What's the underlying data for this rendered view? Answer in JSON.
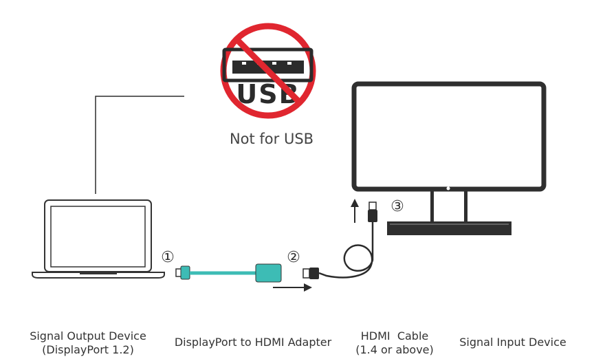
{
  "warning": {
    "usb_text": "USB",
    "label": "Not for USB",
    "prohibition_color": "#e0262f"
  },
  "steps": [
    "①",
    "②",
    "③"
  ],
  "captions": {
    "signal_output": {
      "line1": "Signal Output Device",
      "line2": "(DisplayPort 1.2)"
    },
    "adapter": {
      "line1": "DisplayPort to HDMI Adapter"
    },
    "hdmi_cable": {
      "line1": "HDMI  Cable",
      "line2": "(1.4 or above)"
    },
    "signal_input": {
      "line1": "Signal Input Device"
    }
  },
  "colors": {
    "adapter_accent": "#3dbcb5",
    "line": "#2b2b2b",
    "monitor": "#2f2f2f"
  }
}
